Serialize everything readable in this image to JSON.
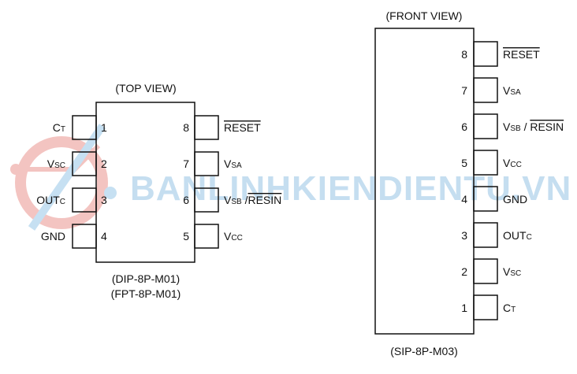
{
  "watermark": "BANLINHKIENDIENTU.VN",
  "dip": {
    "title": "(TOP VIEW)",
    "package_1": "(DIP-8P-M01)",
    "package_2": "(FPT-8P-M01)",
    "pins": [
      {
        "num": "1",
        "label": [
          {
            "t": "C"
          },
          {
            "t": "T",
            "sub": true
          }
        ]
      },
      {
        "num": "2",
        "label": [
          {
            "t": "V"
          },
          {
            "t": "SC",
            "sub": true
          }
        ]
      },
      {
        "num": "3",
        "label": [
          {
            "t": "OUT"
          },
          {
            "t": "C",
            "sub": true
          }
        ]
      },
      {
        "num": "4",
        "label": [
          {
            "t": "GND"
          }
        ]
      },
      {
        "num": "5",
        "label": [
          {
            "t": "V"
          },
          {
            "t": "CC",
            "sub": true
          }
        ]
      },
      {
        "num": "6",
        "label": [
          {
            "t": "V"
          },
          {
            "t": "SB",
            "sub": true
          },
          {
            "t": " /"
          },
          {
            "t": "RESIN",
            "over": true
          }
        ]
      },
      {
        "num": "7",
        "label": [
          {
            "t": "V"
          },
          {
            "t": "SA",
            "sub": true
          }
        ]
      },
      {
        "num": "8",
        "label": [
          {
            "t": "RESET",
            "over": true
          }
        ]
      }
    ]
  },
  "sip": {
    "title": "(FRONT VIEW)",
    "package": "(SIP-8P-M03)",
    "pins": [
      {
        "num": "8",
        "label": [
          {
            "t": "RESET",
            "over": true
          }
        ]
      },
      {
        "num": "7",
        "label": [
          {
            "t": "V"
          },
          {
            "t": "SA",
            "sub": true
          }
        ]
      },
      {
        "num": "6",
        "label": [
          {
            "t": "V"
          },
          {
            "t": "SB",
            "sub": true
          },
          {
            "t": " / "
          },
          {
            "t": "RESIN",
            "over": true
          }
        ]
      },
      {
        "num": "5",
        "label": [
          {
            "t": "V"
          },
          {
            "t": "CC",
            "sub": true
          }
        ]
      },
      {
        "num": "4",
        "label": [
          {
            "t": "GND"
          }
        ]
      },
      {
        "num": "3",
        "label": [
          {
            "t": "OUT"
          },
          {
            "t": "C",
            "sub": true
          }
        ]
      },
      {
        "num": "2",
        "label": [
          {
            "t": "V"
          },
          {
            "t": "SC",
            "sub": true
          }
        ]
      },
      {
        "num": "1",
        "label": [
          {
            "t": "C"
          },
          {
            "t": "T",
            "sub": true
          }
        ]
      }
    ]
  }
}
